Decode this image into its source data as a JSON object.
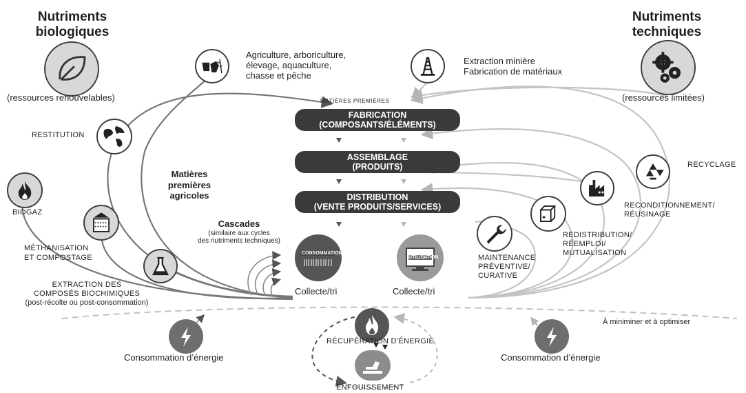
{
  "left": {
    "title_line1": "Nutriments",
    "title_line2": "biologiques",
    "resources": "(ressources renouvelables)",
    "agri_line1": "Agriculture, arboriculture,",
    "agri_line2": "élevage, aquaculture,",
    "agri_line3": "chasse et pêche",
    "restitution": "RESTITUTION",
    "biogaz": "BIOGAZ",
    "methan_line1": "MÉTHANISATION",
    "methan_line2": "ET COMPOSTAGE",
    "extract_line1": "EXTRACTION DES",
    "extract_line2": "COMPOSÉS BIOCHIMIQUES",
    "extract_line3": "(post-récolte ou post-consommation)",
    "agri_mp_line1": "Matières",
    "agri_mp_line2": "premières",
    "agri_mp_line3": "agricoles",
    "cascades_title": "Cascades",
    "cascades_line1": "(similaire aux cycles",
    "cascades_line2": "des nutriments techniques)"
  },
  "right": {
    "title_line1": "Nutriments",
    "title_line2": "techniques",
    "resources": "(ressources limitées)",
    "mining_line1": "Extraction minière",
    "mining_line2": "Fabrication de matériaux",
    "recyclage": "RECYCLAGE",
    "recond_line1": "RECONDITIONNEMENT/",
    "recond_line2": "RÉUSINAGE",
    "redis_line1": "REDISTRIBUTION/",
    "redis_line2": "RÉEMPLOI/",
    "redis_line3": "MUTUALISATION",
    "maint_line1": "MAINTENANCE",
    "maint_line2": "PRÉVENTIVE/",
    "maint_line3": "CURATIVE"
  },
  "center": {
    "matieres": "MATIÈRES PREMIÈRES",
    "fab_line1": "FABRICATION",
    "fab_line2": "(COMPOSANTS/ÉLÉMENTS)",
    "assemb_line1": "ASSEMBLAGE",
    "assemb_line2": "(PRODUITS)",
    "distrib_line1": "DISTRIBUTION",
    "distrib_line2": "(VENTE PRODUITS/SERVICES)",
    "consommation_screen": "CONSOMMATION",
    "utilisation_screen": "UTILISATION",
    "collecte_left": "Collecte/tri",
    "collecte_right": "Collecte/tri"
  },
  "bottom": {
    "energy_left": "Consommation d’énergie",
    "energy_right": "Consommation d’énergie",
    "minimiser": "À miniminer et à optimiser",
    "recup": "RÉCUPÉRATION D’ÉNERGIE",
    "enfouissement": "ENFOUISSEMENT"
  }
}
